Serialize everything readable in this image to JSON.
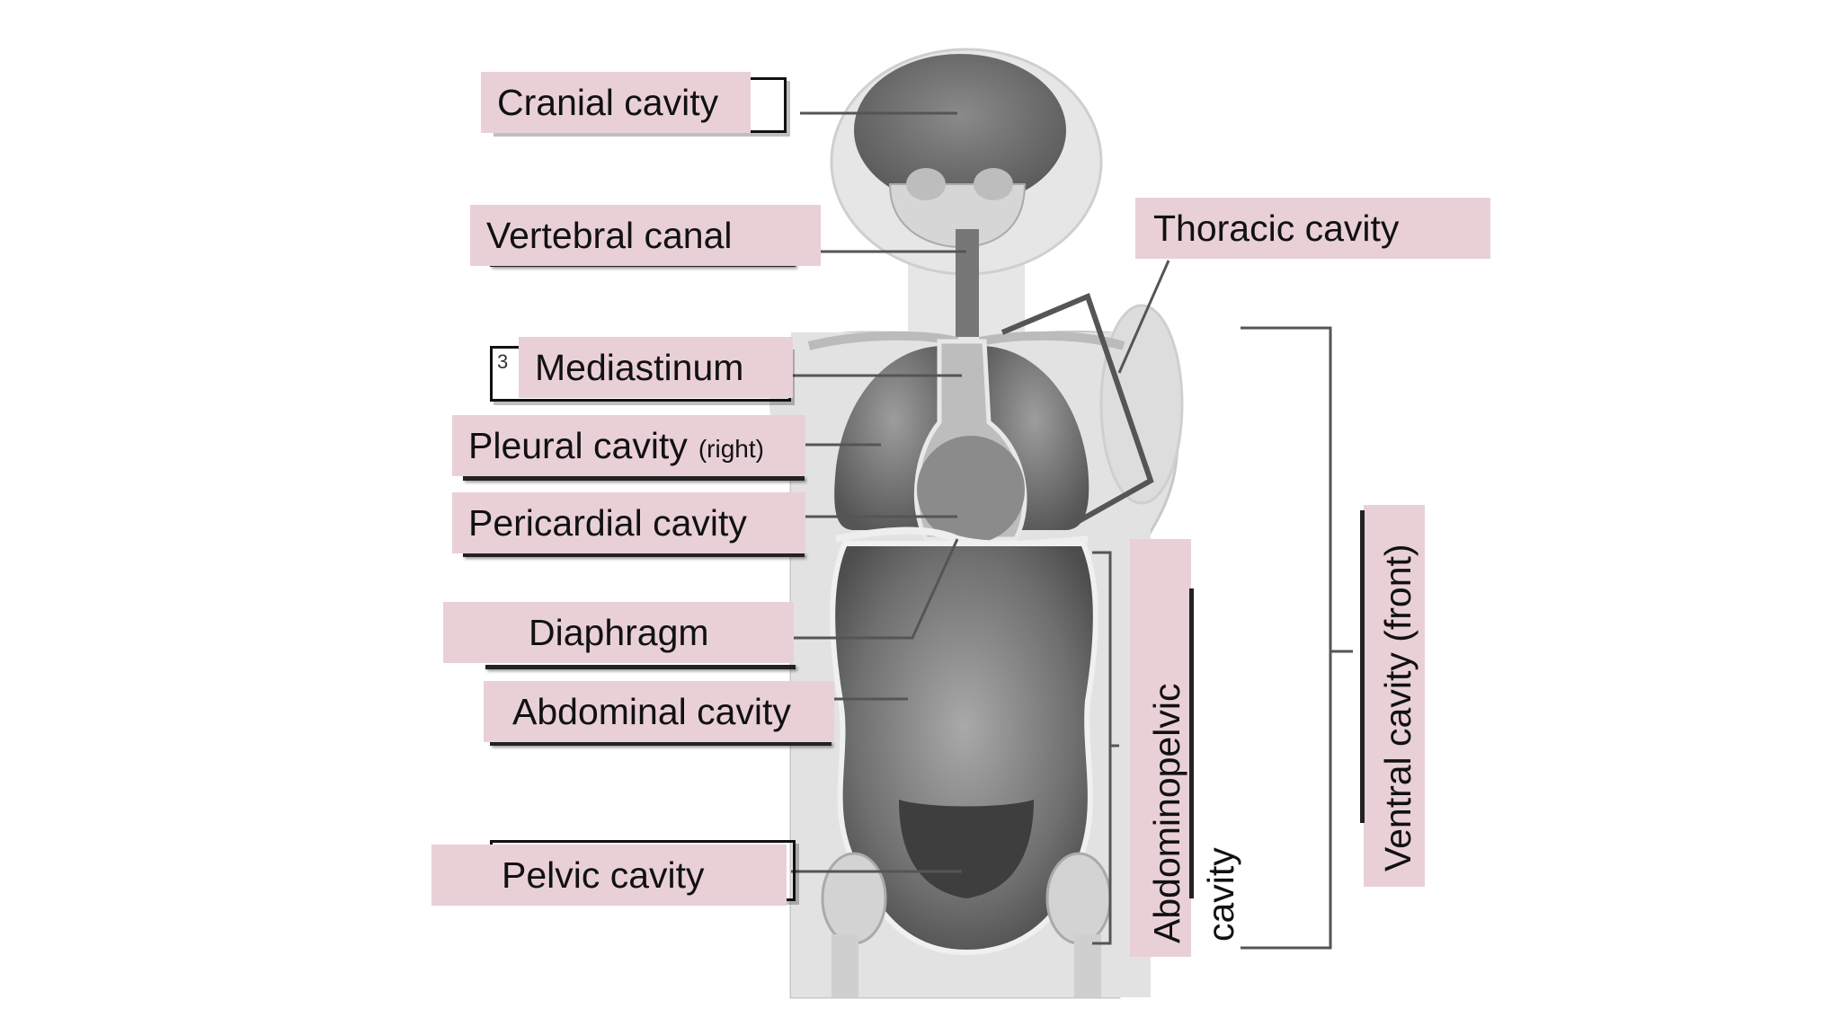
{
  "labels": {
    "cranial": "Cranial cavity",
    "vertebral": "Vertebral canal",
    "thoracic": "Thoracic cavity",
    "mediastinum": "Mediastinum",
    "mediastinum_tag": "3",
    "pleural": "Pleural cavity",
    "pleural_note": "(right)",
    "pericardial": "Pericardial cavity",
    "diaphragm": "Diaphragm",
    "abdominal": "Abdominal cavity",
    "pelvic": "Pelvic cavity",
    "abdominopelvic_line1": "Abdominopelvic",
    "abdominopelvic_line2": "cavity",
    "ventral": "Ventral cavity (front)"
  },
  "colors": {
    "label_bg": "#e9d0d7",
    "leader_line": "#555555",
    "body_light": "#d9d9d9",
    "organ_dark": "#6e6e6e"
  }
}
